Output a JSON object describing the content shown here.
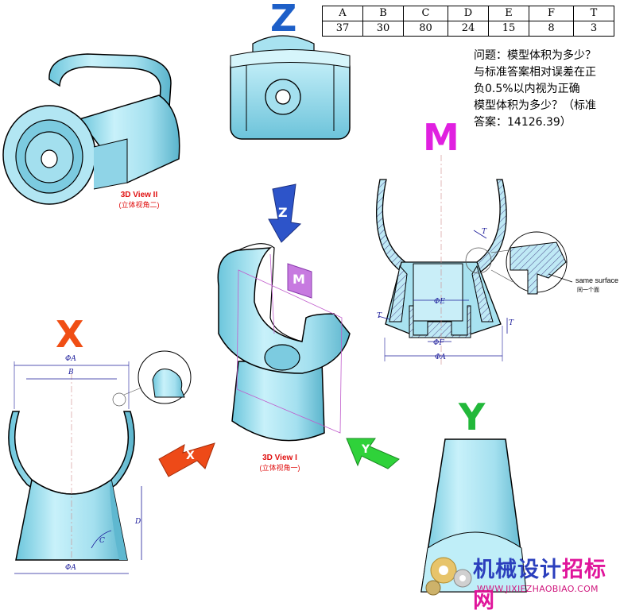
{
  "params_table": {
    "headers": [
      "A",
      "B",
      "C",
      "D",
      "E",
      "F",
      "T"
    ],
    "values": [
      "37",
      "30",
      "80",
      "24",
      "15",
      "8",
      "3"
    ]
  },
  "question": {
    "lines": [
      "问题：模型体积为多少？",
      "与标准答案相对误差在正",
      "负0.5%以内视为正确",
      "模型体积为多少？（标准",
      "答案：14126.39）"
    ]
  },
  "view_labels": {
    "z": "Z",
    "m": "M",
    "x": "X",
    "y": "Y"
  },
  "captions": {
    "view2_title": "3D View II",
    "view2_sub": "(立体视角二)",
    "view1_title": "3D View I",
    "view1_sub": "(立体视角一)"
  },
  "arrow_labels": {
    "z": "Z",
    "m": "M",
    "x": "X",
    "y": "Y"
  },
  "dimensions": {
    "phi_a": "ΦA",
    "b": "B",
    "d": "D",
    "c": "C",
    "phi_e": "ΦE",
    "phi_f": "ΦF",
    "t": "T"
  },
  "callout": {
    "same_surface": "same surface",
    "same_surface_cn": "同一个面"
  },
  "watermark": {
    "blue": "机械设计",
    "red": "招标网",
    "url": "WWW.JIXIEZHAOBIAO.COM"
  },
  "colors": {
    "part_fill": "#a8e4f2",
    "part_dark": "#5fbad3",
    "outline": "#000000",
    "z_label": "#1d5fc8",
    "m_label": "#e020e0",
    "x_label": "#f04e14",
    "y_label": "#22b83a",
    "hatch": "#4a4a8c",
    "dimension": "#1b1b9a"
  }
}
